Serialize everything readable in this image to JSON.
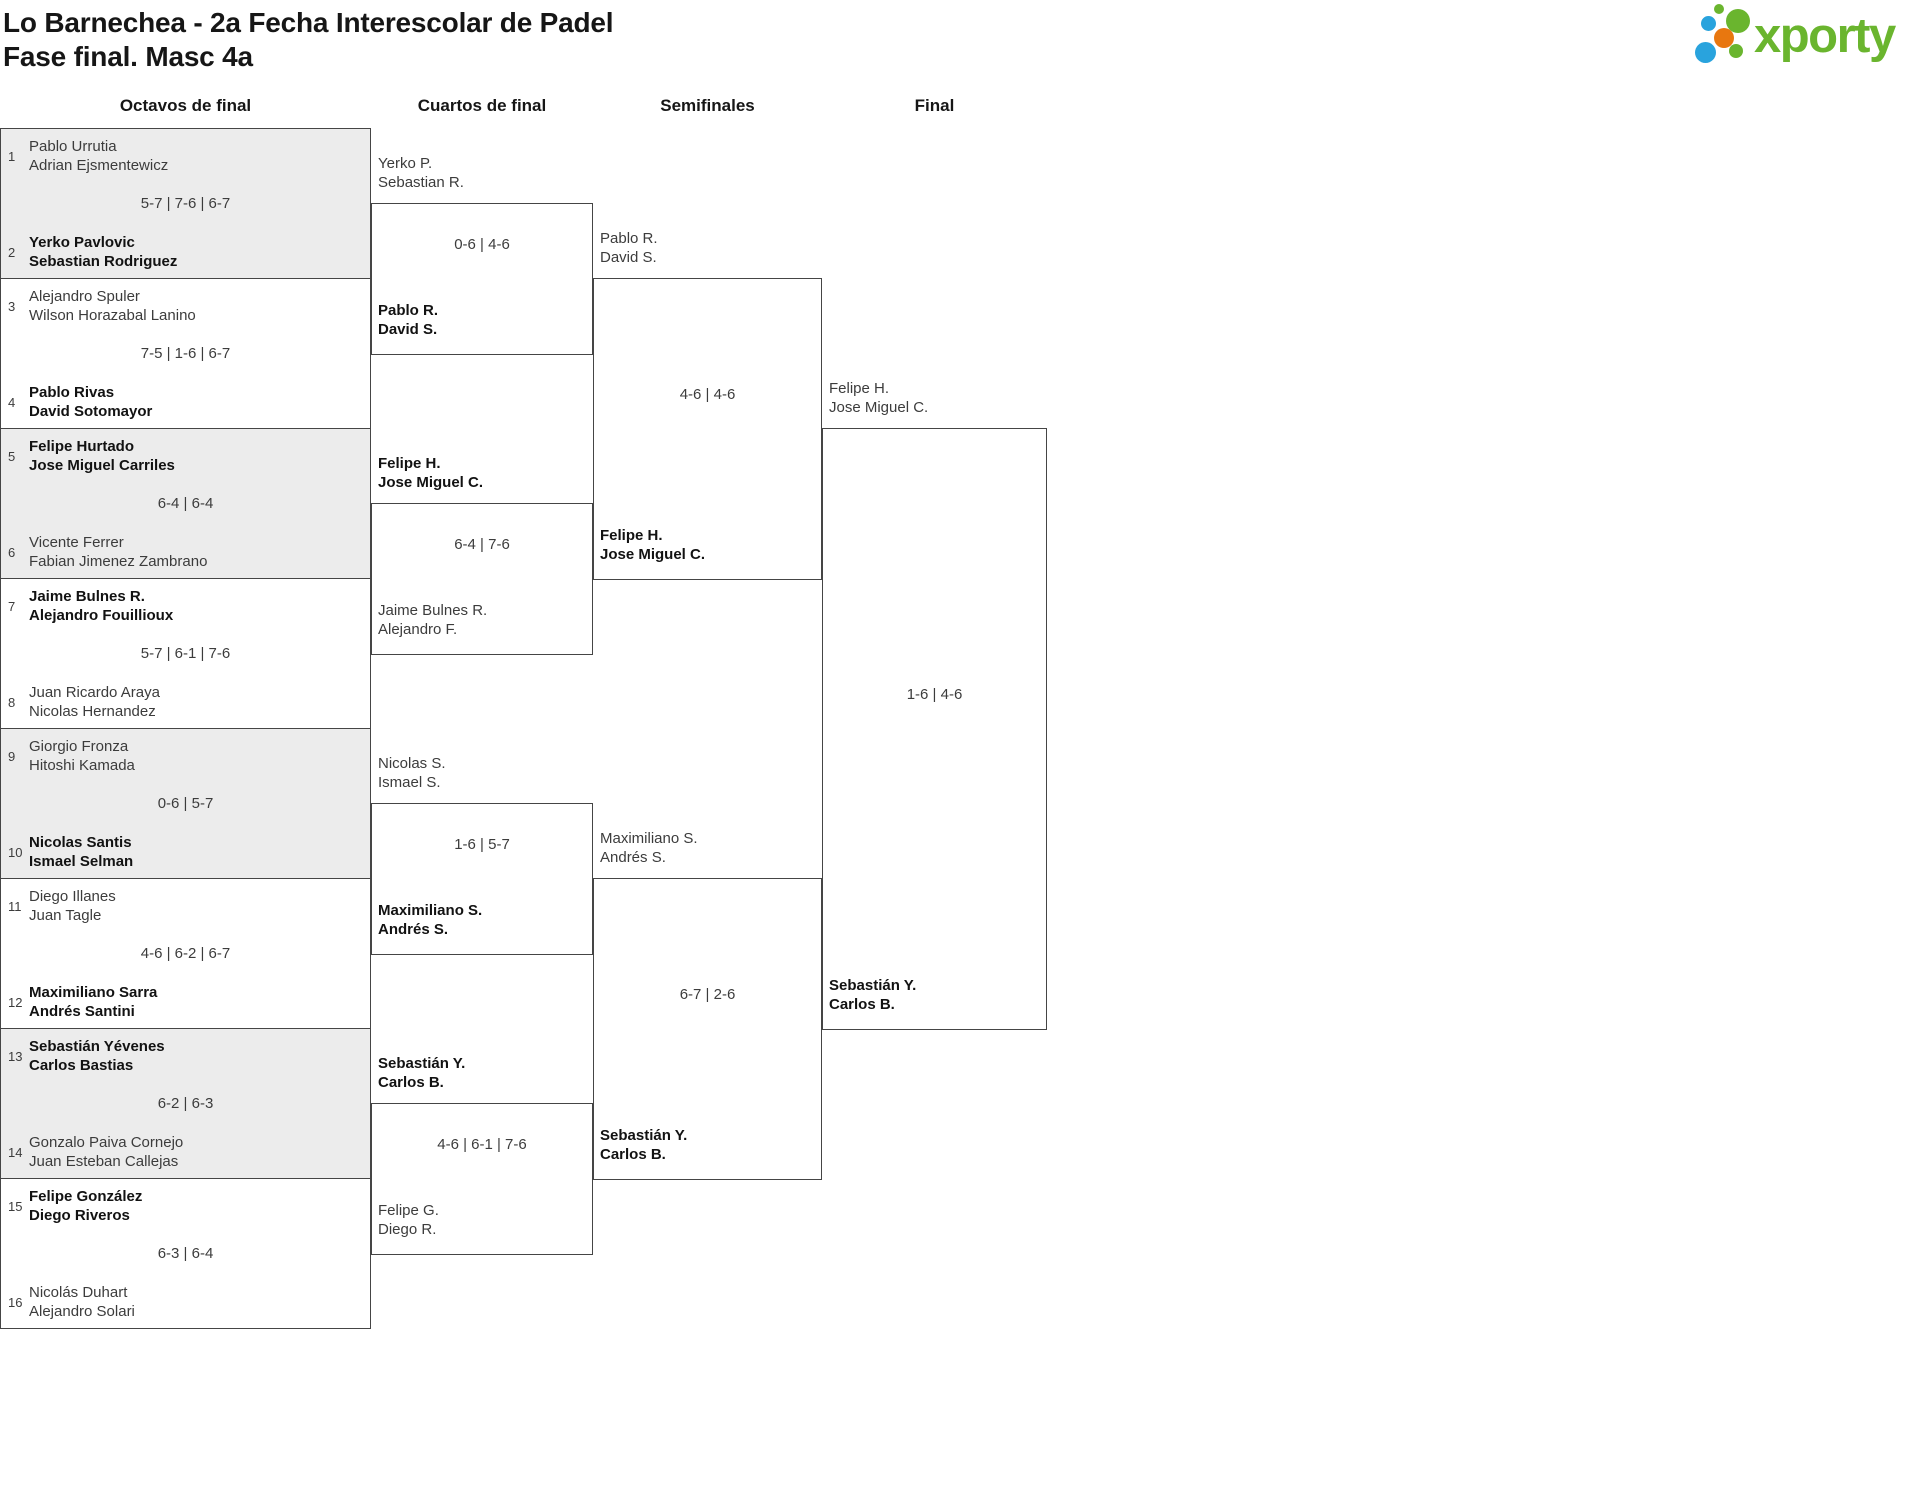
{
  "page": {
    "title_line1": "Lo Barnechea - 2a Fecha Interescolar de Padel",
    "title_line2": "Fase final. Masc 4a"
  },
  "logo": {
    "wordmark": "xporty",
    "green": "#6ab52e",
    "blue": "#29a3dd",
    "orange": "#e8770f"
  },
  "colors": {
    "alt_match_fill": "#ececec",
    "border": "#454545",
    "text": "#3c3c3c",
    "winner_text": "#121212"
  },
  "headers": {
    "round16": "Octavos de final",
    "quarterfinals": "Cuartos de final",
    "semifinals": "Semifinales",
    "final": "Final"
  },
  "octavos": [
    {
      "seed_top": "1",
      "top1": "Pablo Urrutia",
      "top2": "Adrian Ejsmentewicz",
      "top_winner": false,
      "score": "5-7 | 7-6 | 6-7",
      "seed_bottom": "2",
      "bottom1": "Yerko Pavlovic",
      "bottom2": "Sebastian Rodriguez",
      "bottom_winner": true
    },
    {
      "seed_top": "3",
      "top1": "Alejandro Spuler",
      "top2": "Wilson Horazabal Lanino",
      "top_winner": false,
      "score": "7-5 | 1-6 | 6-7",
      "seed_bottom": "4",
      "bottom1": "Pablo Rivas",
      "bottom2": "David Sotomayor",
      "bottom_winner": true
    },
    {
      "seed_top": "5",
      "top1": "Felipe Hurtado",
      "top2": "Jose Miguel Carriles",
      "top_winner": true,
      "score": "6-4 | 6-4",
      "seed_bottom": "6",
      "bottom1": "Vicente Ferrer",
      "bottom2": "Fabian Jimenez Zambrano",
      "bottom_winner": false
    },
    {
      "seed_top": "7",
      "top1": "Jaime Bulnes R.",
      "top2": "Alejandro Fouillioux",
      "top_winner": true,
      "score": "5-7 | 6-1 | 7-6",
      "seed_bottom": "8",
      "bottom1": "Juan Ricardo Araya",
      "bottom2": "Nicolas Hernandez",
      "bottom_winner": false
    },
    {
      "seed_top": "9",
      "top1": "Giorgio Fronza",
      "top2": "Hitoshi Kamada",
      "top_winner": false,
      "score": "0-6 | 5-7",
      "seed_bottom": "10",
      "bottom1": "Nicolas Santis",
      "bottom2": "Ismael Selman",
      "bottom_winner": true
    },
    {
      "seed_top": "11",
      "top1": "Diego Illanes",
      "top2": "Juan Tagle",
      "top_winner": false,
      "score": "4-6 | 6-2 | 6-7",
      "seed_bottom": "12",
      "bottom1": "Maximiliano Sarra",
      "bottom2": "Andrés Santini",
      "bottom_winner": true
    },
    {
      "seed_top": "13",
      "top1": "Sebastián Yévenes",
      "top2": "Carlos Bastias",
      "top_winner": true,
      "score": "6-2 | 6-3",
      "seed_bottom": "14",
      "bottom1": "Gonzalo Paiva Cornejo",
      "bottom2": "Juan Esteban Callejas",
      "bottom_winner": false
    },
    {
      "seed_top": "15",
      "top1": "Felipe González",
      "top2": "Diego Riveros",
      "top_winner": true,
      "score": "6-3 | 6-4",
      "seed_bottom": "16",
      "bottom1": "Nicolás Duhart",
      "bottom2": "Alejandro Solari",
      "bottom_winner": false
    }
  ],
  "cuartos": [
    {
      "top1": "Yerko P.",
      "top2": "Sebastian R.",
      "top_winner": false,
      "score": "0-6 | 4-6",
      "bottom1": "Pablo R.",
      "bottom2": "David S.",
      "bottom_winner": true
    },
    {
      "top1": "Felipe H.",
      "top2": "Jose Miguel C.",
      "top_winner": true,
      "score": "6-4 | 7-6",
      "bottom1": "Jaime Bulnes R.",
      "bottom2": "Alejandro F.",
      "bottom_winner": false
    },
    {
      "top1": "Nicolas S.",
      "top2": "Ismael S.",
      "top_winner": false,
      "score": "1-6 | 5-7",
      "bottom1": "Maximiliano S.",
      "bottom2": "Andrés S.",
      "bottom_winner": true
    },
    {
      "top1": "Sebastián Y.",
      "top2": "Carlos B.",
      "top_winner": true,
      "score": "4-6 | 6-1 | 7-6",
      "bottom1": "Felipe G.",
      "bottom2": "Diego R.",
      "bottom_winner": false
    }
  ],
  "semifinales": [
    {
      "top1": "Pablo R.",
      "top2": "David S.",
      "top_winner": false,
      "score": "4-6 | 4-6",
      "bottom1": "Felipe H.",
      "bottom2": "Jose Miguel C.",
      "bottom_winner": true
    },
    {
      "top1": "Maximiliano S.",
      "top2": "Andrés S.",
      "top_winner": false,
      "score": "6-7 | 2-6",
      "bottom1": "Sebastián Y.",
      "bottom2": "Carlos B.",
      "bottom_winner": true
    }
  ],
  "final": {
    "top1": "Felipe H.",
    "top2": "Jose Miguel C.",
    "top_winner": false,
    "score": "1-6 | 4-6",
    "bottom1": "Sebastián Y.",
    "bottom2": "Carlos B.",
    "bottom_winner": true
  }
}
